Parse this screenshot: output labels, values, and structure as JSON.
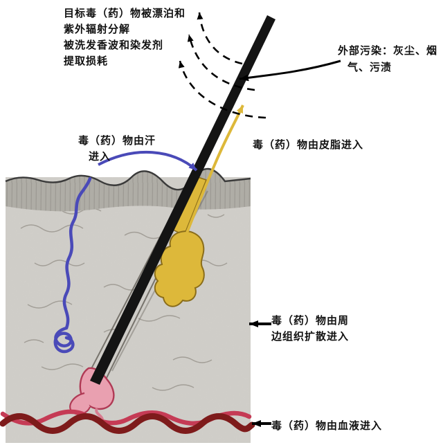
{
  "labels": {
    "loss": {
      "l1": "目标毒（药）物被漂泊和",
      "l2": "紫外辐射分解",
      "l3": "被洗发香波和染发剂",
      "l4": "提取损耗"
    },
    "contamination": {
      "l1": "外部污染：灰尘、烟",
      "l2": "气、污渍"
    },
    "sweat": {
      "l1": "毒（药）物由汗",
      "l2": "进入"
    },
    "sebum": "毒（药）物由皮脂进入",
    "tissue": {
      "l1": "毒（药）物由周",
      "l2": "边组织扩散进入"
    },
    "blood": "毒（药）物由血液进入"
  },
  "colors": {
    "hair": "#141414",
    "arrow_black": "#000000",
    "sweat_blue": "#4a4ab8",
    "sebum_yellow": "#ddb83a",
    "sebum_outline": "#8a6d1a",
    "follicle_pink": "#e9a0b0",
    "follicle_outline": "#b03a55",
    "vessel_dark": "#7e1b1b",
    "vessel_bright": "#c53b55",
    "skin_base": "#e9e6e1",
    "band_dark": "#b3afa8"
  }
}
